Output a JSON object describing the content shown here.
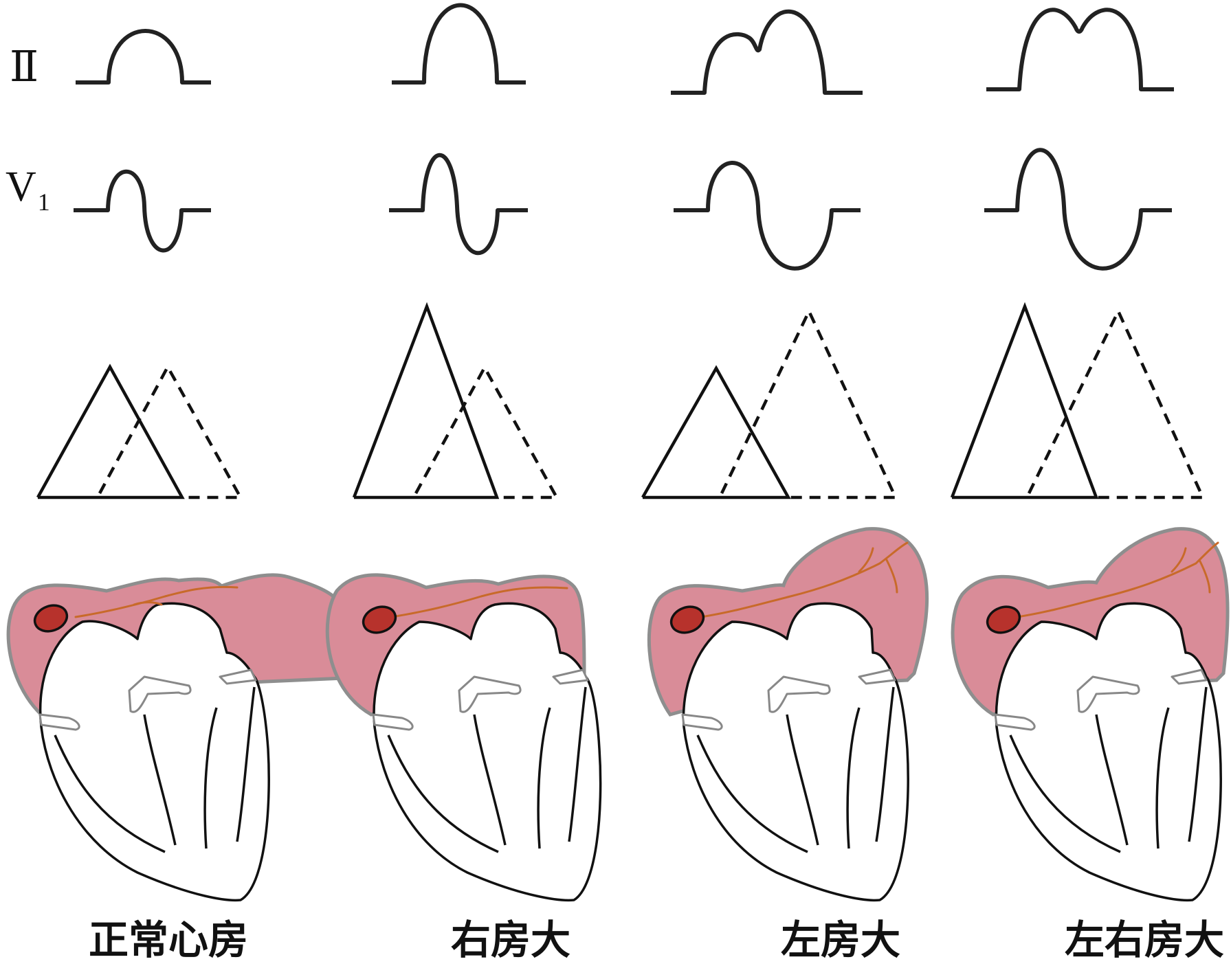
{
  "leads": {
    "lead_ii": "Ⅱ",
    "lead_v1": "V",
    "lead_v1_sub": "1"
  },
  "captions": [
    "正常心房",
    "右房大",
    "左房大",
    "左右房大"
  ],
  "colors": {
    "atrium_fill": "#d98c98",
    "atrium_outline": "#8e8e8e",
    "sa_node": "#b7322c",
    "conduction_path": "#c86a2a",
    "line": "#111111"
  }
}
